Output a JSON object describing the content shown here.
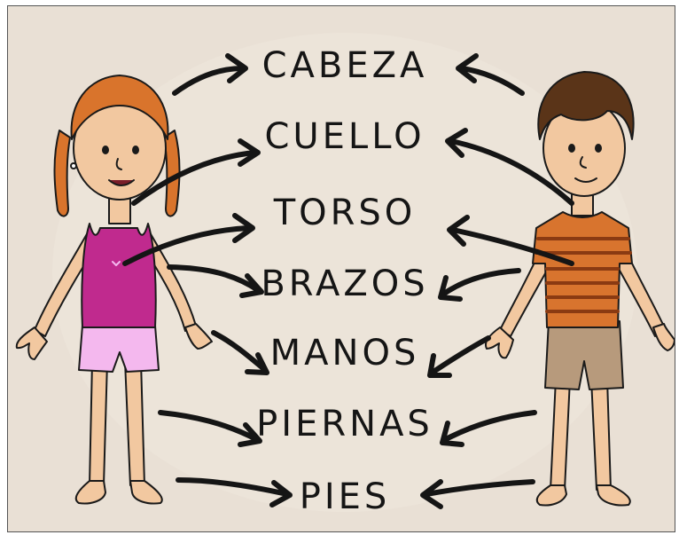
{
  "labels": [
    "CABEZA",
    "CUELLO",
    "TORSO",
    "BRAZOS",
    "MANOS",
    "PIERNAS",
    "PIES"
  ],
  "colors": {
    "background": "#e9e0d5",
    "ink": "#151515",
    "girl_hair": "#d9742c",
    "girl_top": "#c02a8e",
    "girl_shorts": "#f4b8ee",
    "boy_hair": "#5a3418",
    "boy_shirt": "#d8742e",
    "boy_stripes": "#8a3a12",
    "boy_shorts": "#b79a7c",
    "skin": "#f2c8a0"
  }
}
